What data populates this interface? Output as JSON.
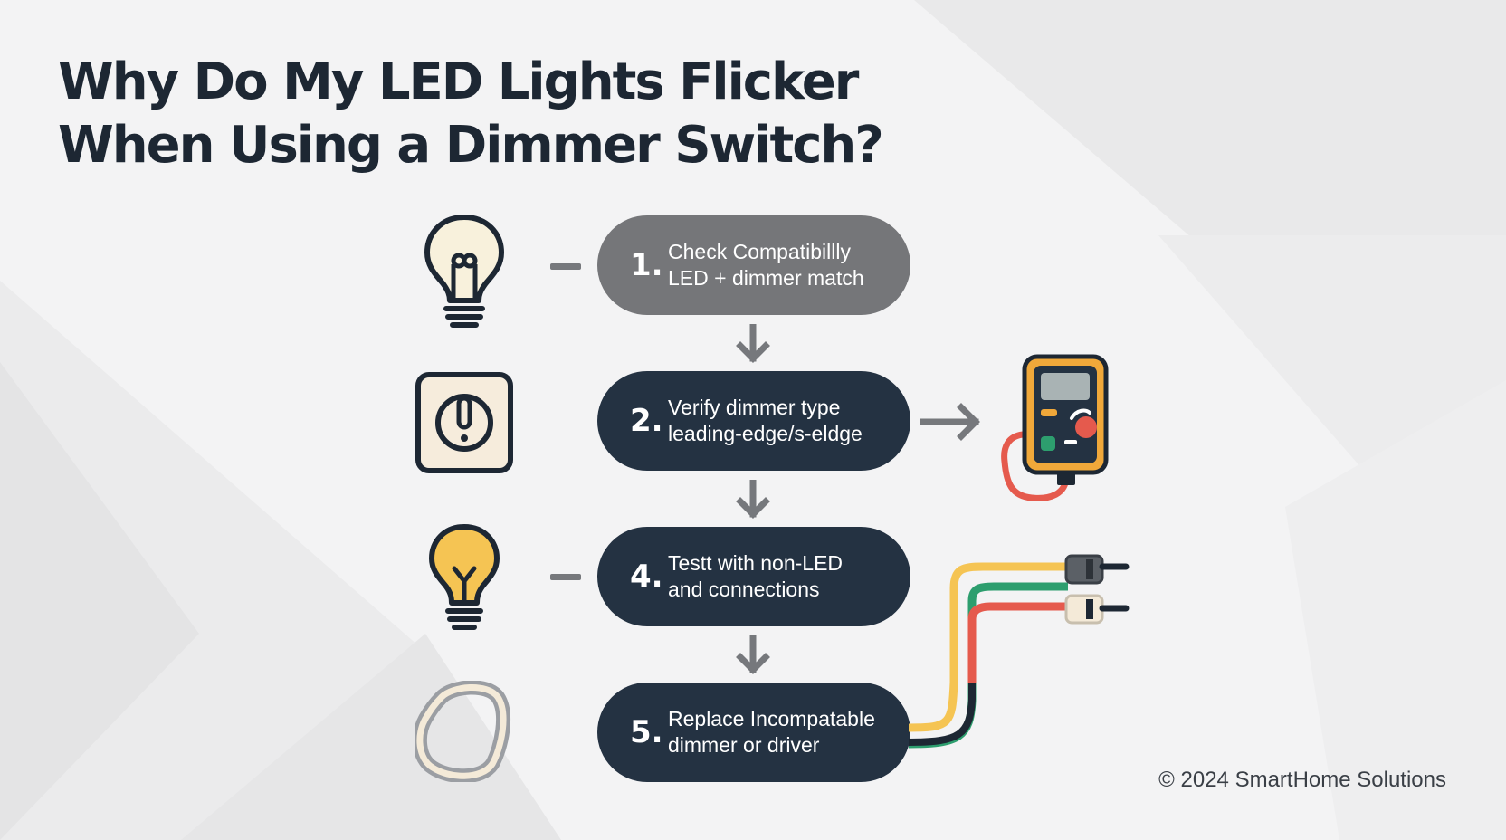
{
  "title": {
    "line1": "Why Do My LED Lights Flicker",
    "line2": "When Using a Dimmer Switch?"
  },
  "steps": [
    {
      "number": "1.",
      "line1": "Check Compatibillly",
      "line2": "LED + dimmer match",
      "style": "grey",
      "icon": "light-bulb-outline-icon"
    },
    {
      "number": "2.",
      "line1": "Verify dimmer type",
      "line2": "leading-edge/s-eldge",
      "style": "dark",
      "icon": "dimmer-switch-icon"
    },
    {
      "number": "4.",
      "line1": "Testt with non-LED",
      "line2": "and connections",
      "style": "dark",
      "icon": "light-bulb-yellow-icon"
    },
    {
      "number": "5.",
      "line1": "Replace Incompatable",
      "line2": "dimmer or driver",
      "style": "dark",
      "icon": "ring-outline-icon"
    }
  ],
  "side_icons": [
    "multimeter-icon",
    "wire-plugs-icon"
  ],
  "footer": "© 2024 SmartHome Solutions",
  "colors": {
    "title": "#1d2733",
    "step_dark": "#243242",
    "step_grey": "#757679",
    "bulb_yellow": "#f5c453",
    "multimeter_orange": "#f0a83a",
    "wire_red": "#e55a4d",
    "wire_green": "#2d9e6e",
    "arrow_grey": "#76787c"
  }
}
